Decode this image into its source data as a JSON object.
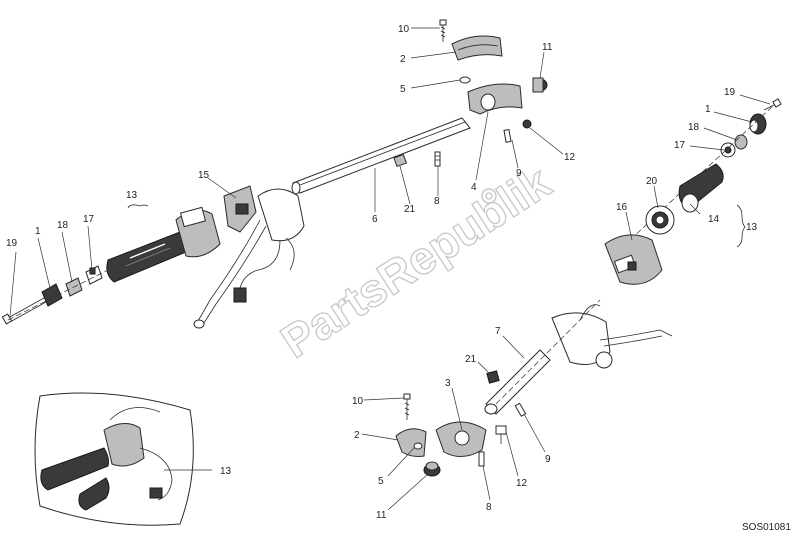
{
  "watermark": "PartsRepublik",
  "drawing_code": "SOS01081",
  "callouts": {
    "c10_top": "10",
    "c2_top": "2",
    "c5_top": "5",
    "c11_top": "11",
    "c12_top": "12",
    "c4_top": "4",
    "c9_top": "9",
    "c8_top": "8",
    "c21_top": "21",
    "c6": "6",
    "c15": "15",
    "c13_left": "13",
    "c19_left": "19",
    "c1_left": "1",
    "c18_left": "18",
    "c17_left": "17",
    "c19_right": "19",
    "c1_right": "1",
    "c18_right": "18",
    "c17_right": "17",
    "c20": "20",
    "c14": "14",
    "c13_right": "13",
    "c16": "16",
    "c7": "7",
    "c21_bot": "21",
    "c3": "3",
    "c10_bot": "10",
    "c2_bot": "2",
    "c5_bot": "5",
    "c11_bot": "11",
    "c12_bot": "12",
    "c8_bot": "8",
    "c9_bot": "9",
    "c13_inset": "13"
  }
}
